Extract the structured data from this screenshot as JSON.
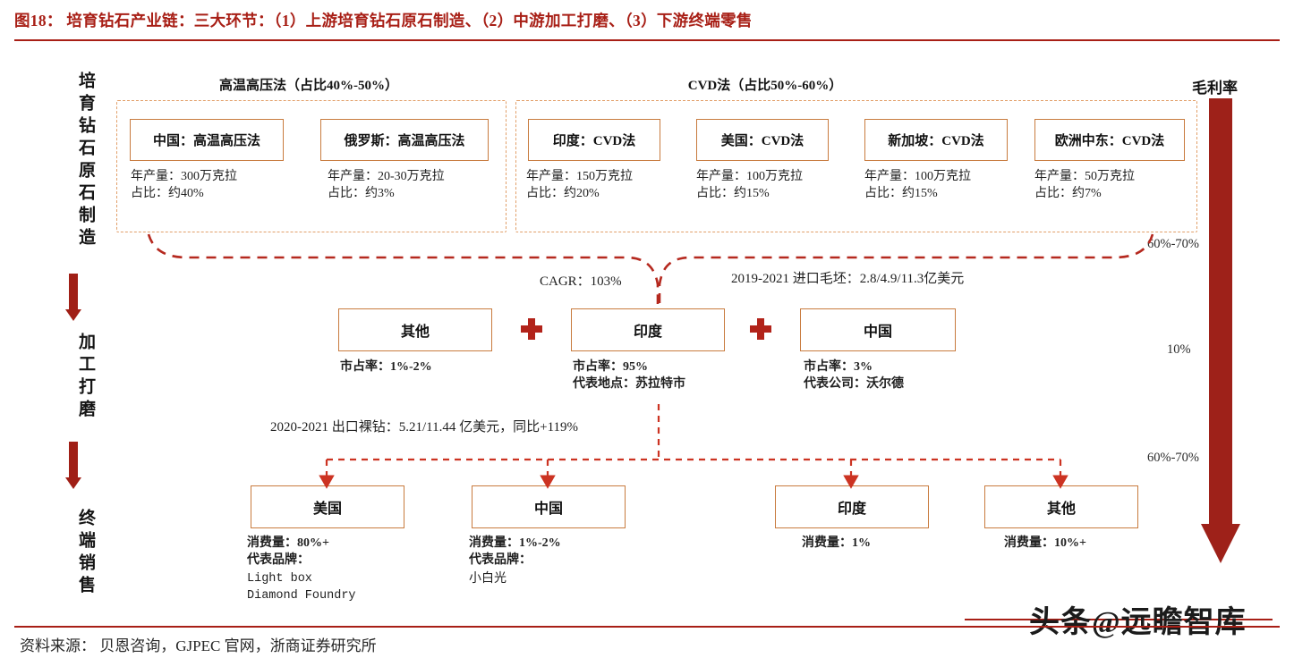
{
  "header": {
    "title": "图18： 培育钻石产业链：三大环节：（1）上游培育钻石原石制造、（2）中游加工打磨、（3）下游终端零售",
    "accent_color": "#a81f16"
  },
  "footer": {
    "source": "资料来源： 贝恩咨询，GJPEC 官网，浙商证券研究所",
    "watermark": "头条@远瞻智库"
  },
  "stage_rail": {
    "stages": [
      "培育钻石原石制造",
      "加工打磨",
      "终端销售"
    ],
    "arrow_color": "#a01f16"
  },
  "margin": {
    "label": "毛利率",
    "ticks": [
      "60%-70%",
      "10%",
      "60%-70%"
    ],
    "arrow_color": "#9e2119"
  },
  "upstream": {
    "groups": [
      {
        "title": "高温高压法（占比40%-50%）",
        "nodes": [
          {
            "name": "中国：高温高压法",
            "caption": "年产量：300万克拉\n占比：约40%"
          },
          {
            "name": "俄罗斯：高温高压法",
            "caption": "年产量：20-30万克拉\n占比：约3%"
          }
        ]
      },
      {
        "title": "CVD法（占比50%-60%）",
        "nodes": [
          {
            "name": "印度：CVD法",
            "caption": "年产量：150万克拉\n占比：约20%"
          },
          {
            "name": "美国：CVD法",
            "caption": "年产量：100万克拉\n占比：约15%"
          },
          {
            "name": "新加坡：CVD法",
            "caption": "年产量：100万克拉\n占比：约15%"
          },
          {
            "name": "欧洲中东：CVD法",
            "caption": "年产量：50万克拉\n占比：约7%"
          }
        ]
      }
    ]
  },
  "midstream": {
    "note_left": "CAGR：103%",
    "note_right": "2019-2021 进口毛坯：2.8/4.9/11.3亿美元",
    "plus_color": "#b2231a",
    "nodes": [
      {
        "name": "其他",
        "caption": "市占率：1%-2%"
      },
      {
        "name": "印度",
        "caption": "市占率：95%\n代表地点：苏拉特市"
      },
      {
        "name": "中国",
        "caption": "市占率：3%\n代表公司：沃尔德"
      }
    ]
  },
  "downstream": {
    "note": "2020-2021 出口裸钻：5.21/11.44 亿美元，同比+119%",
    "nodes": [
      {
        "name": "美国",
        "caption": "消费量：80%+\n代表品牌：",
        "brands": "Light box\nDiamond Foundry"
      },
      {
        "name": "中国",
        "caption": "消费量：1%-2%\n代表品牌：",
        "brands": "小白光"
      },
      {
        "name": "印度",
        "caption": "消费量：1%",
        "brands": ""
      },
      {
        "name": "其他",
        "caption": "消费量：10%+",
        "brands": ""
      }
    ]
  }
}
